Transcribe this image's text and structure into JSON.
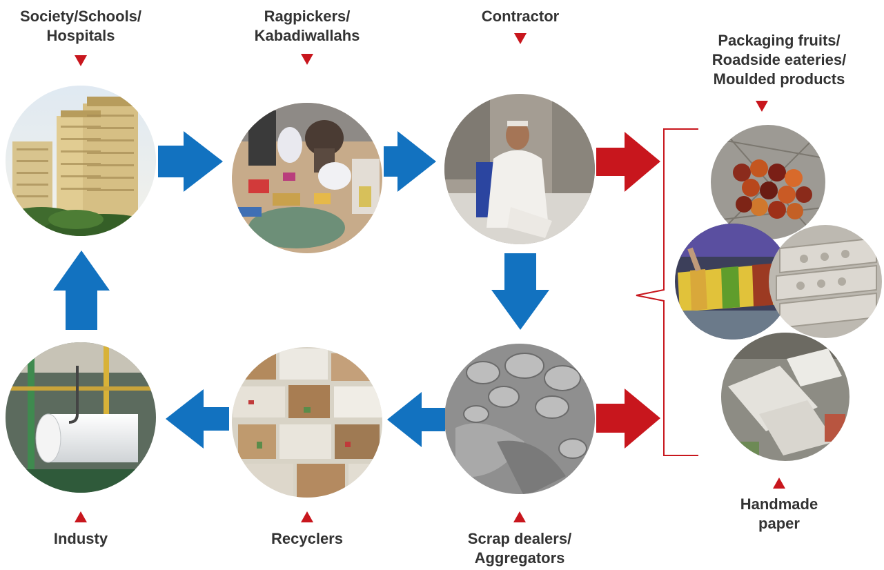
{
  "colors": {
    "flow_arrow": "#1272c0",
    "output_arrow": "#c8161d",
    "marker": "#c8161d",
    "text": "#333333",
    "bracket": "#c8161d"
  },
  "nodes": {
    "society": {
      "label": "Society/Schools/\nHospitals",
      "photo": "apartment-towers"
    },
    "ragpickers": {
      "label": "Ragpickers/\nKabadiwallahs",
      "photo": "waste-sorting"
    },
    "contractor": {
      "label": "Contractor",
      "photo": "man-sitting-among-scrap"
    },
    "scrap_dealers": {
      "label": "Scrap dealers/\nAggregators",
      "photo": "scrap-metal-pots"
    },
    "recyclers": {
      "label": "Recyclers",
      "photo": "baled-paper"
    },
    "industry": {
      "label": "Industy",
      "photo": "paper-roll-mill"
    }
  },
  "outputs": {
    "packaging": {
      "label": "Packaging fruits/\nRoadside eateries/\nMoulded products"
    },
    "handmade": {
      "label": "Handmade\npaper"
    },
    "photos": [
      "fruits-in-paper-shreds",
      "street-food-tray",
      "egg-trays",
      "handmade-paper-sheets"
    ]
  }
}
